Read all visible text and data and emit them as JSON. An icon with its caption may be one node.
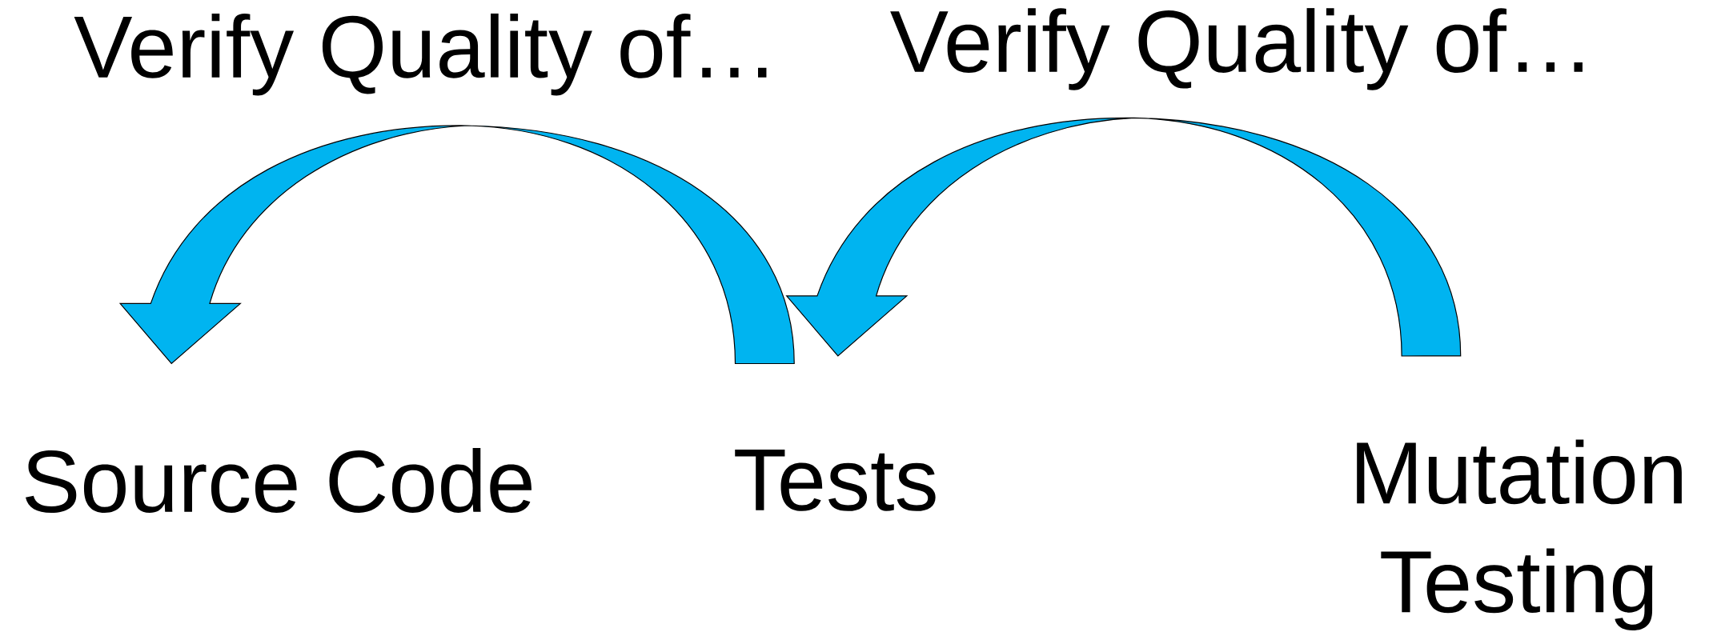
{
  "diagram": {
    "nodes": [
      {
        "text": [
          "Source Code"
        ]
      },
      {
        "text": [
          "Tests"
        ]
      },
      {
        "text": [
          "Mutation Testing"
        ]
      }
    ],
    "edges": [
      {
        "from": 1,
        "to": 0,
        "arrow": "to",
        "label": "Verify Quality of…"
      },
      {
        "from": 2,
        "to": 1,
        "arrow": "to",
        "label": "Verify Quality of…"
      }
    ]
  }
}
